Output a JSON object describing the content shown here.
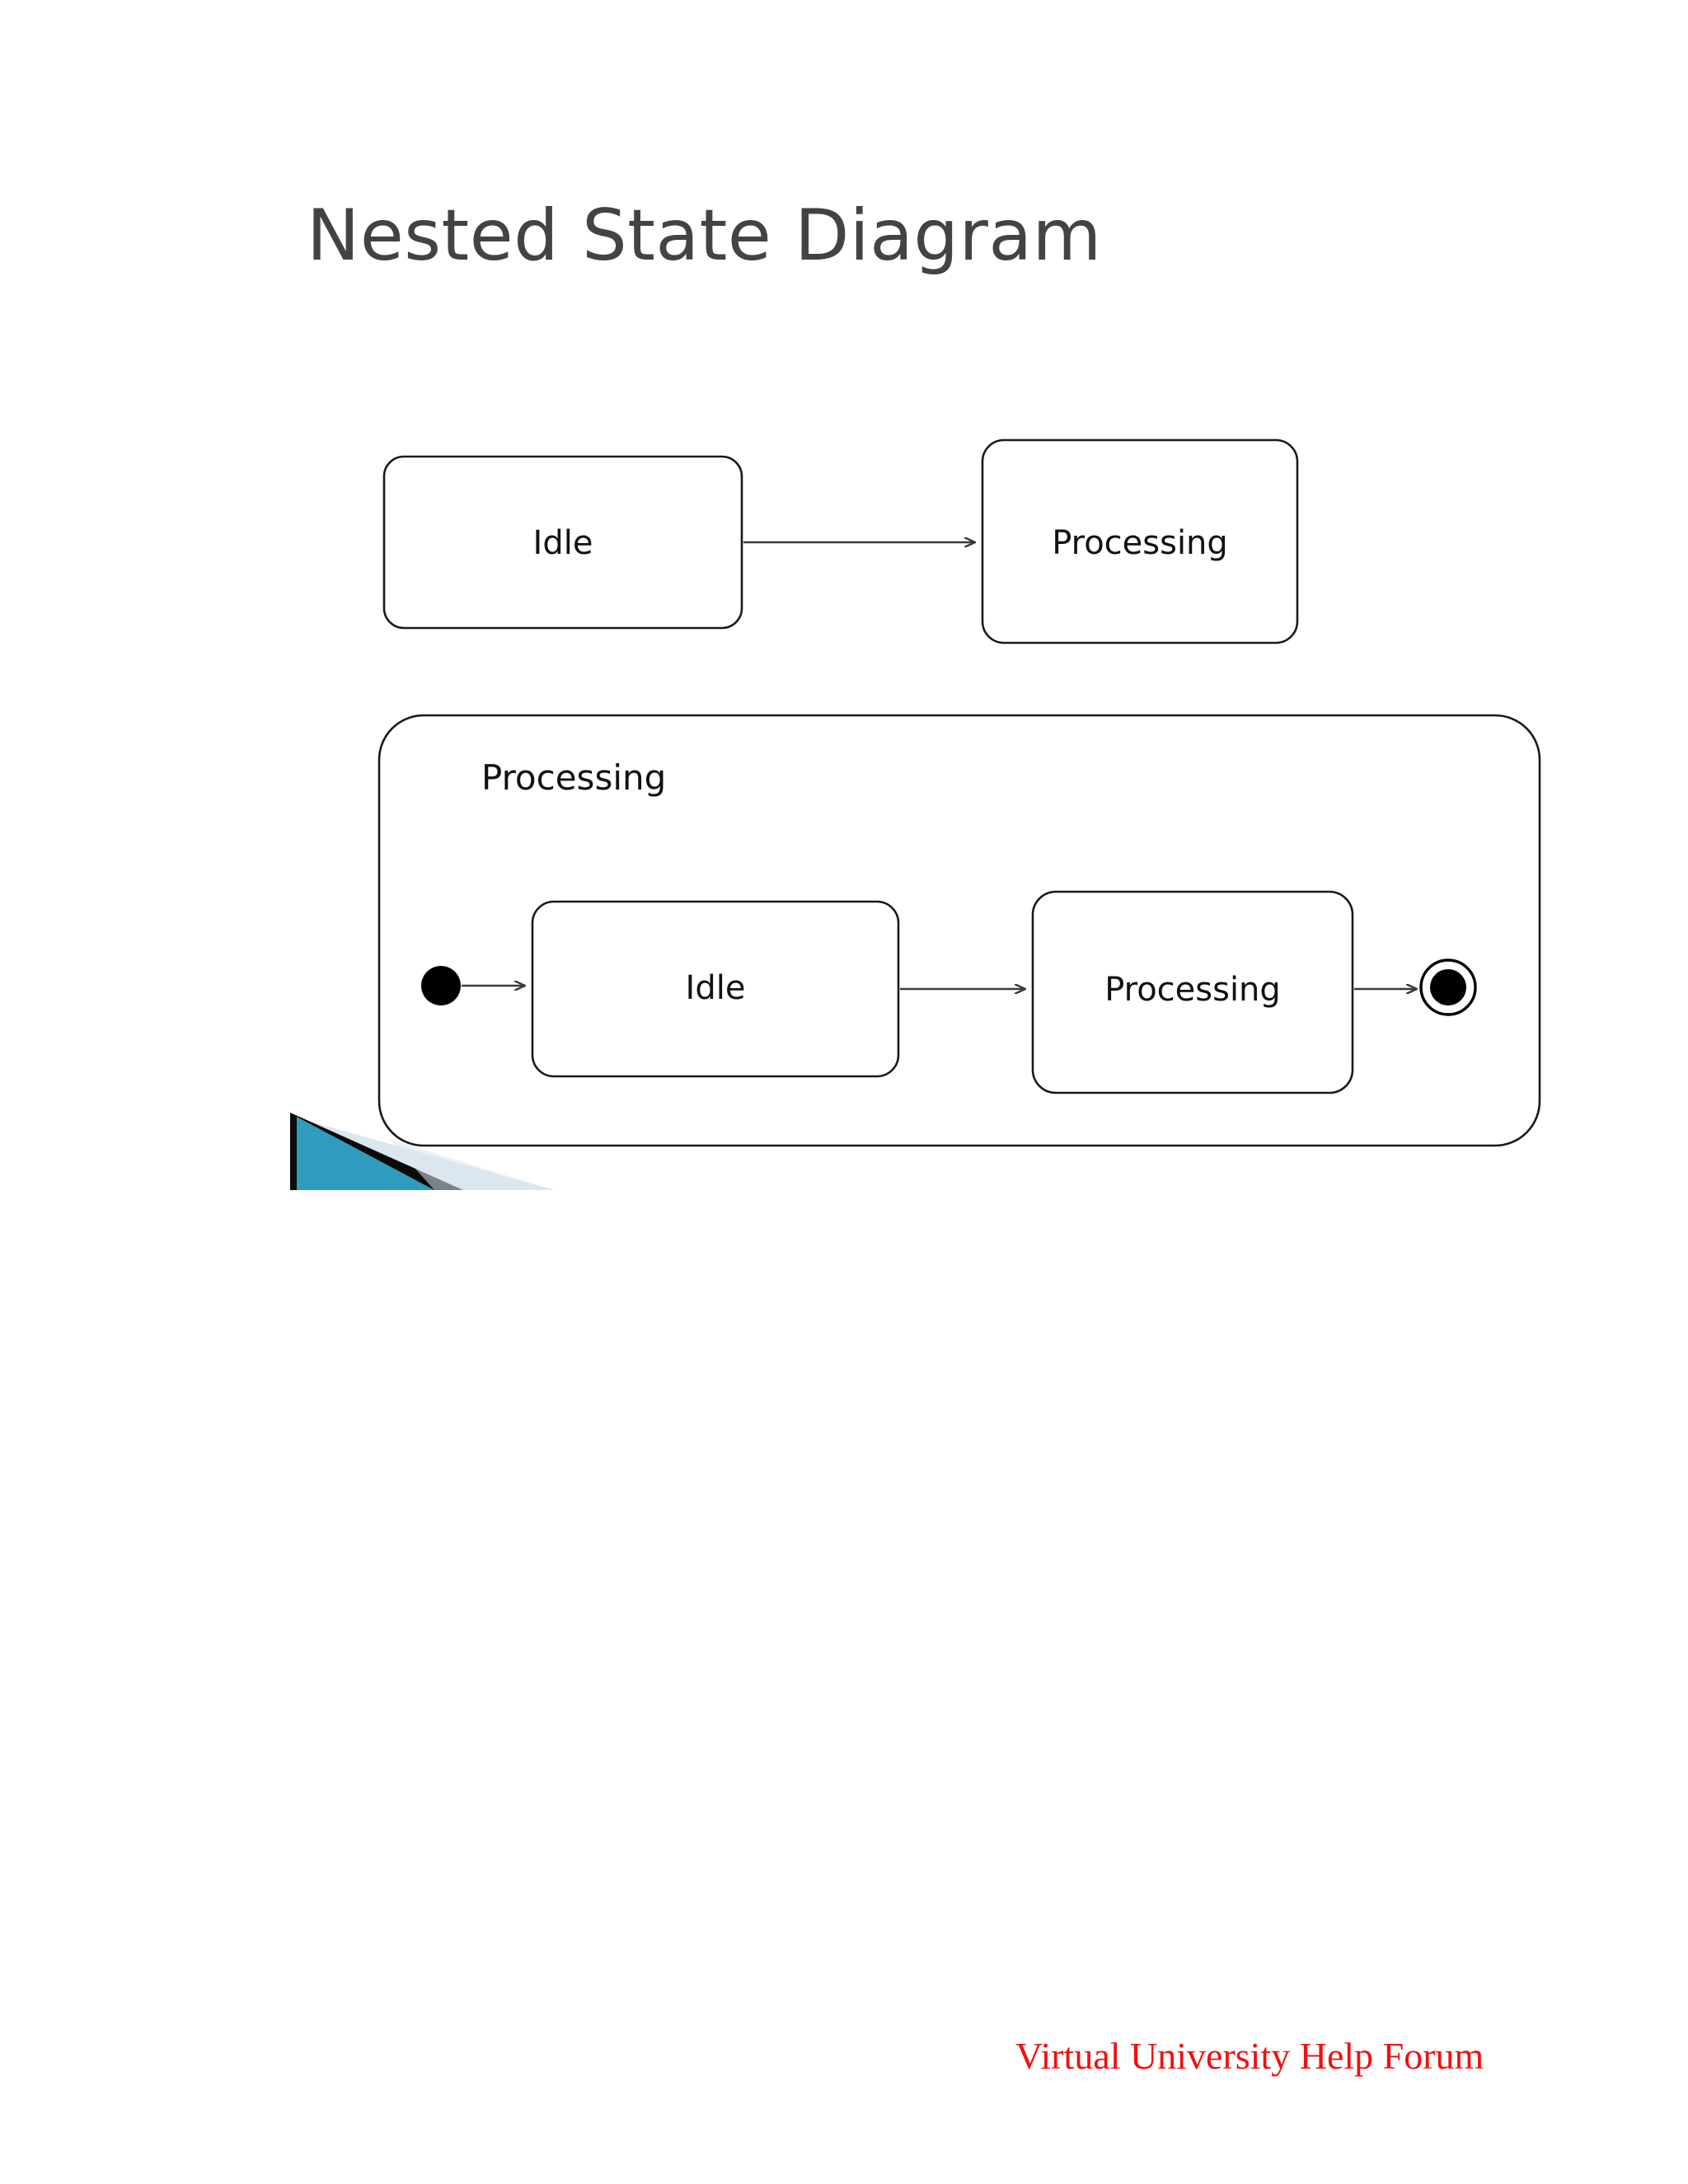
{
  "page": {
    "title": "Nested State Diagram",
    "background_color": "#ffffff",
    "title_color": "#434343"
  },
  "diagram": {
    "type": "uml-state-machine",
    "top_level": {
      "states": [
        {
          "id": "idle-top",
          "label": "Idle"
        },
        {
          "id": "processing-top",
          "label": "Processing"
        }
      ],
      "transitions": [
        {
          "from": "idle-top",
          "to": "processing-top",
          "label": ""
        }
      ]
    },
    "composite": {
      "label": "Processing",
      "initial_pseudostate": "initial",
      "final_pseudostate": "final",
      "states": [
        {
          "id": "idle-inner",
          "label": "Idle"
        },
        {
          "id": "processing-inner",
          "label": "Processing"
        }
      ],
      "transitions": [
        {
          "from": "initial",
          "to": "idle-inner",
          "label": ""
        },
        {
          "from": "idle-inner",
          "to": "processing-inner",
          "label": ""
        },
        {
          "from": "processing-inner",
          "to": "final",
          "label": ""
        }
      ]
    },
    "stroke_color": "#1a1a1a",
    "arrow_color": "#3a3a3a"
  },
  "decoration": {
    "wedge_teal": "#2f9cbf",
    "wedge_black": "#0a0a0a",
    "wedge_pale": "#dbe6ee"
  },
  "footer": {
    "text": "Virtual University Help Forum",
    "color": "#ee1111"
  }
}
